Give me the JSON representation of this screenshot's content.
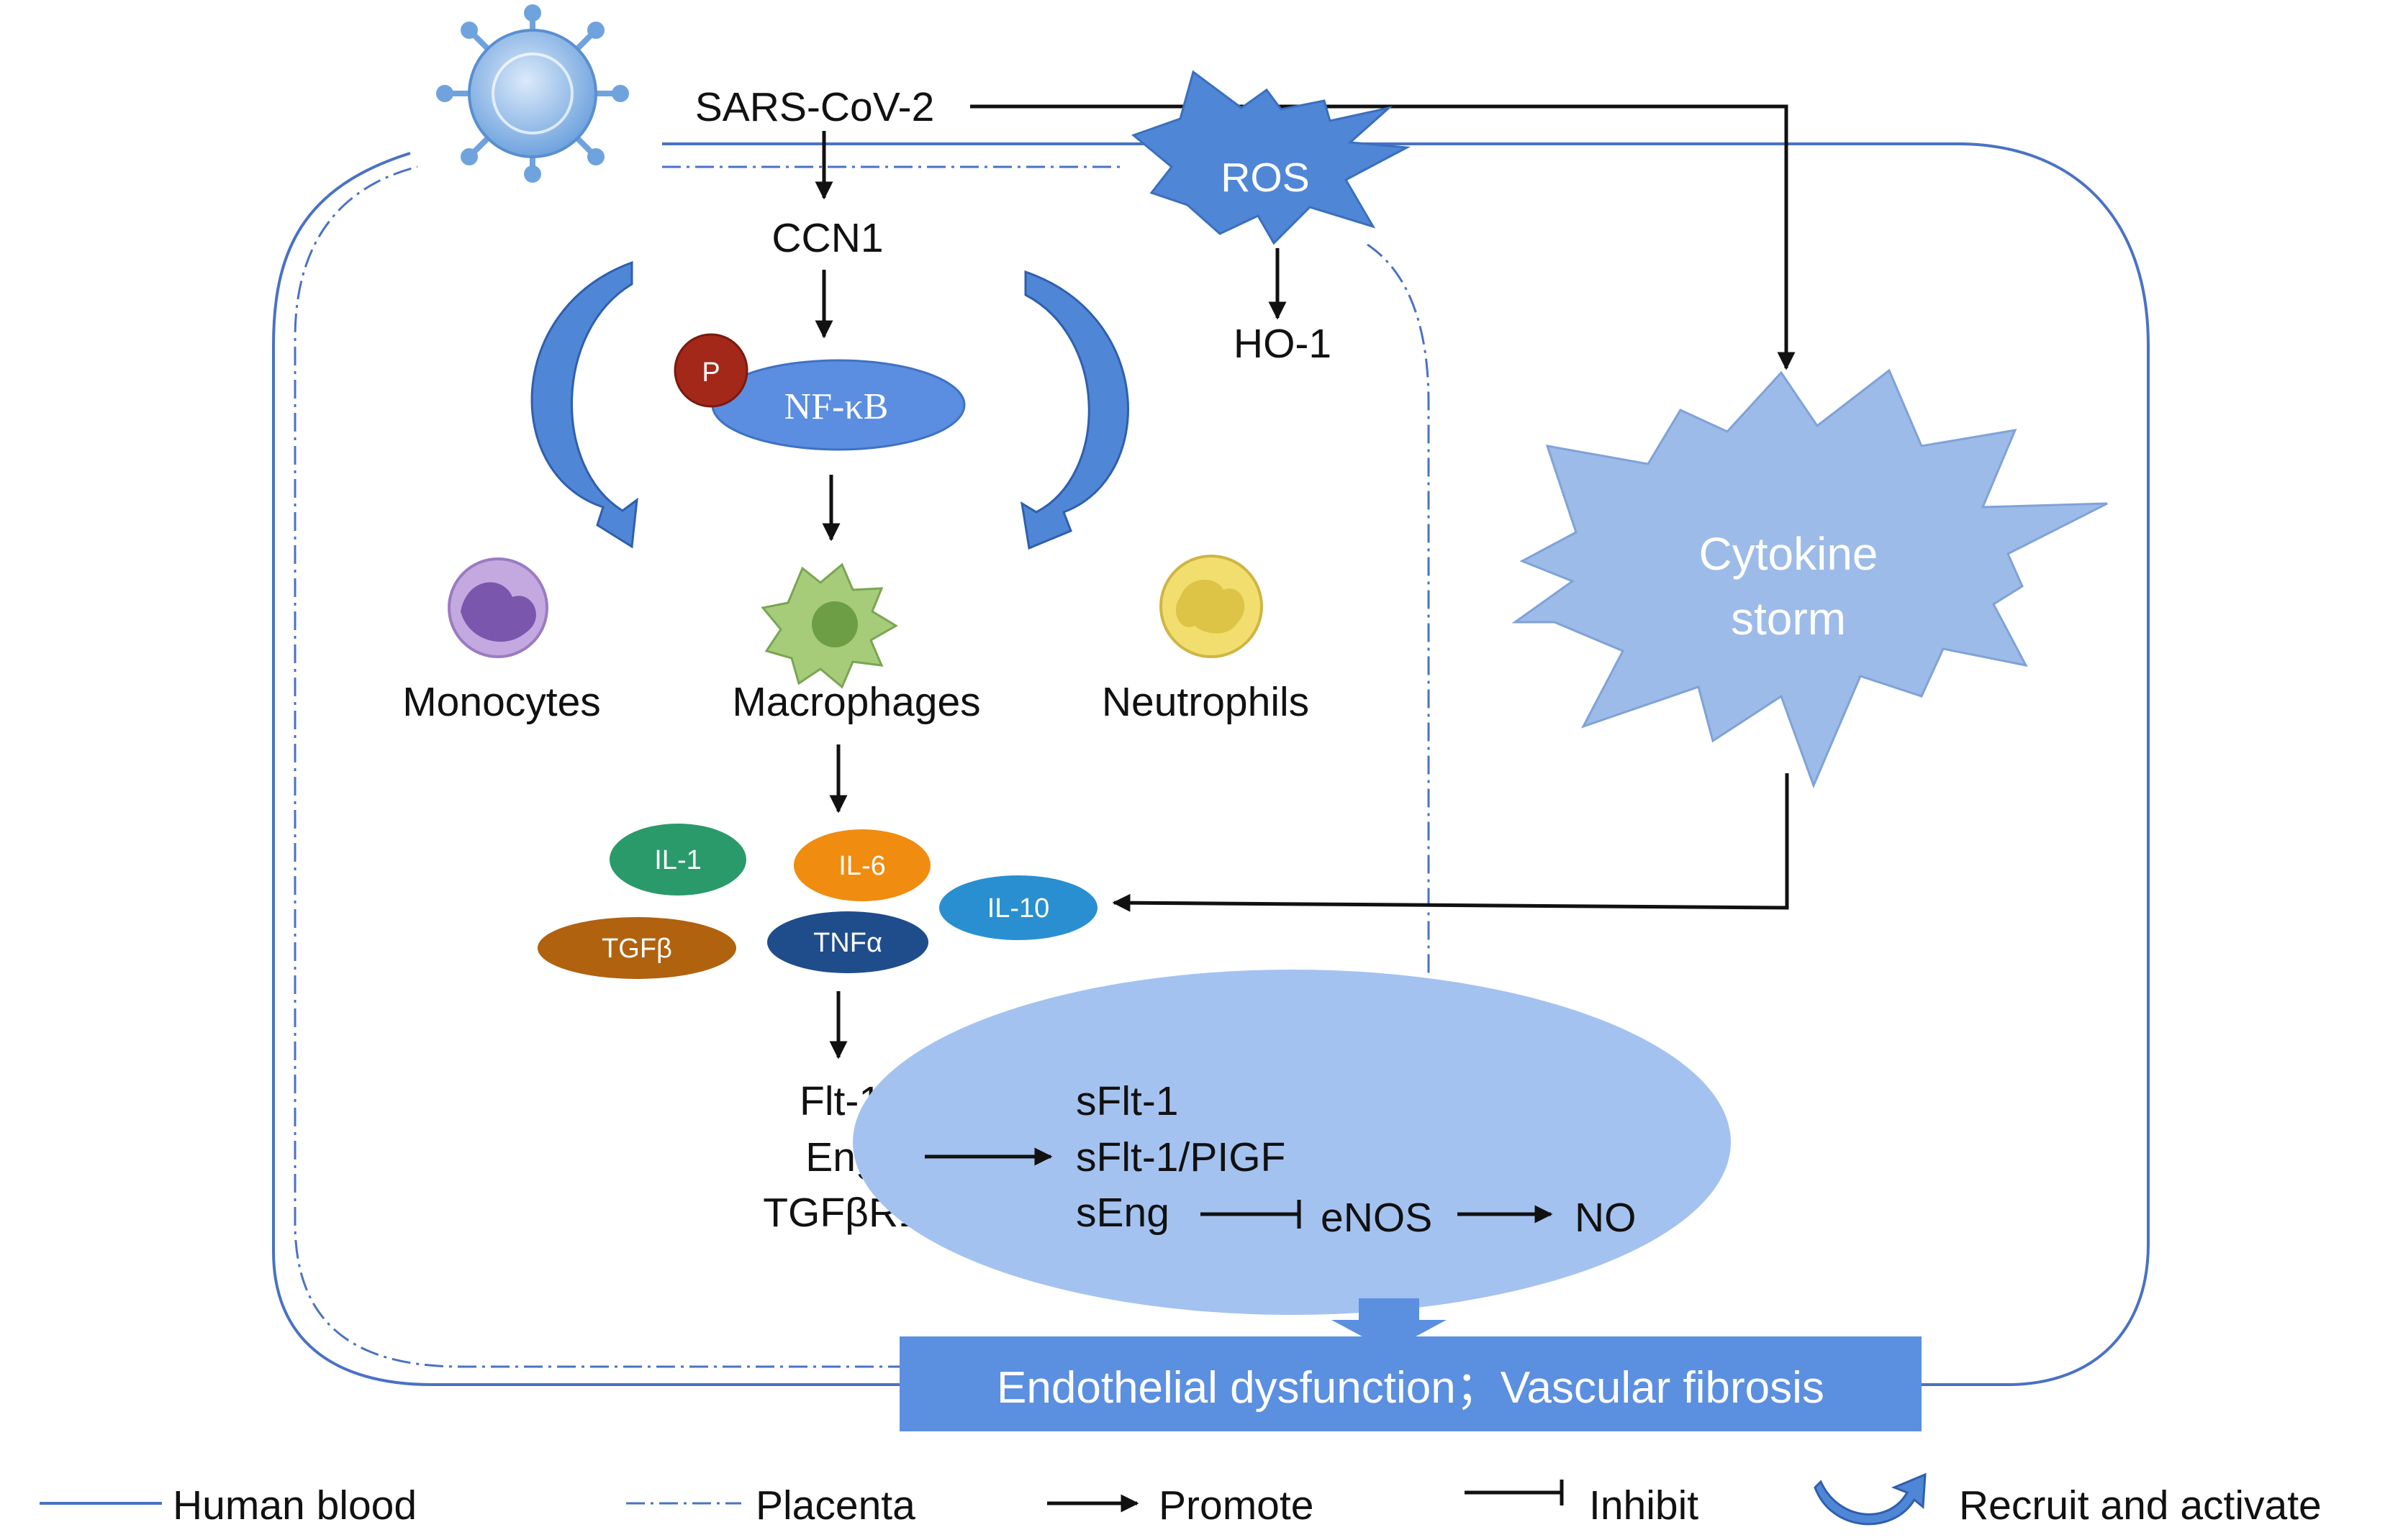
{
  "nodes": {
    "sars": "SARS-CoV-2",
    "ccn1": "CCN1",
    "ros": "ROS",
    "ho1": "HO-1",
    "phospho": "P",
    "nfkb": "NF-κB",
    "cytokine_storm_line1": "Cytokine",
    "cytokine_storm_line2": "storm",
    "monocytes": "Monocytes",
    "macrophages": "Macrophages",
    "neutrophils": "Neutrophils",
    "il1": "IL-1",
    "il6": "IL-6",
    "il10": "IL-10",
    "tgfb": "TGFβ",
    "tnfa": "TNFα",
    "flt1": "Flt-1",
    "eng": "Eng",
    "tgfbr1": "TGFβR1",
    "sflt1": "sFlt-1",
    "sflt1_pigf": "sFlt-1/PIGF",
    "seng": "sEng",
    "enos": "eNOS",
    "no": "NO",
    "outcome": "Endothelial dysfunction；Vascular fibrosis"
  },
  "legend": {
    "human_blood": "Human blood",
    "placenta": "Placenta",
    "promote": "Promote",
    "inhibit": "Inhibit",
    "recruit": "Recruit and activate"
  },
  "colors": {
    "human_blood_line": "#4a72c4",
    "placenta_line": "#4a72c4",
    "ros_fill": "#4f86d6",
    "storm_fill": "#9dbbe8",
    "nfkb_fill": "#5b8ee0",
    "phospho_fill": "#a3281a",
    "outcome_fill": "#5b8fe0",
    "ellipse_fill": "#a4c2f0",
    "il1_fill": "#2a9a6a",
    "il6_fill": "#f08c10",
    "il10_fill": "#2a8fd0",
    "tgfb_fill": "#b0620f",
    "tnfa_fill": "#1f4d8c",
    "monocyte_fill": "#b89ad6",
    "macrophage_fill": "#a6cc7a",
    "neutrophil_fill": "#e8d15a"
  }
}
